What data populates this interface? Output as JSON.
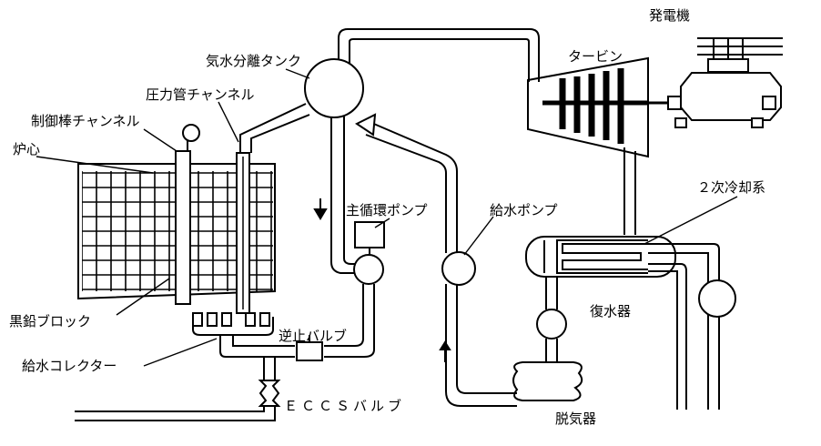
{
  "labels": {
    "generator": "発電機",
    "turbine": "タービン",
    "steam_drum": "気水分離タンク",
    "pressure_tube": "圧力管チャンネル",
    "control_rod": "制御棒チャンネル",
    "core": "炉心",
    "secondary": "２次冷却系",
    "main_pump": "主循環ポンプ",
    "feed_pump": "給水ポンプ",
    "condenser": "復水器",
    "graphite": "黒鉛ブロック",
    "check_valve": "逆止バルブ",
    "header": "給水コレクター",
    "eccs": "ＥＣＣＳバルブ",
    "deaerator": "脱気器"
  },
  "colors": {
    "line": "#000000",
    "fill": "#ffffff"
  }
}
